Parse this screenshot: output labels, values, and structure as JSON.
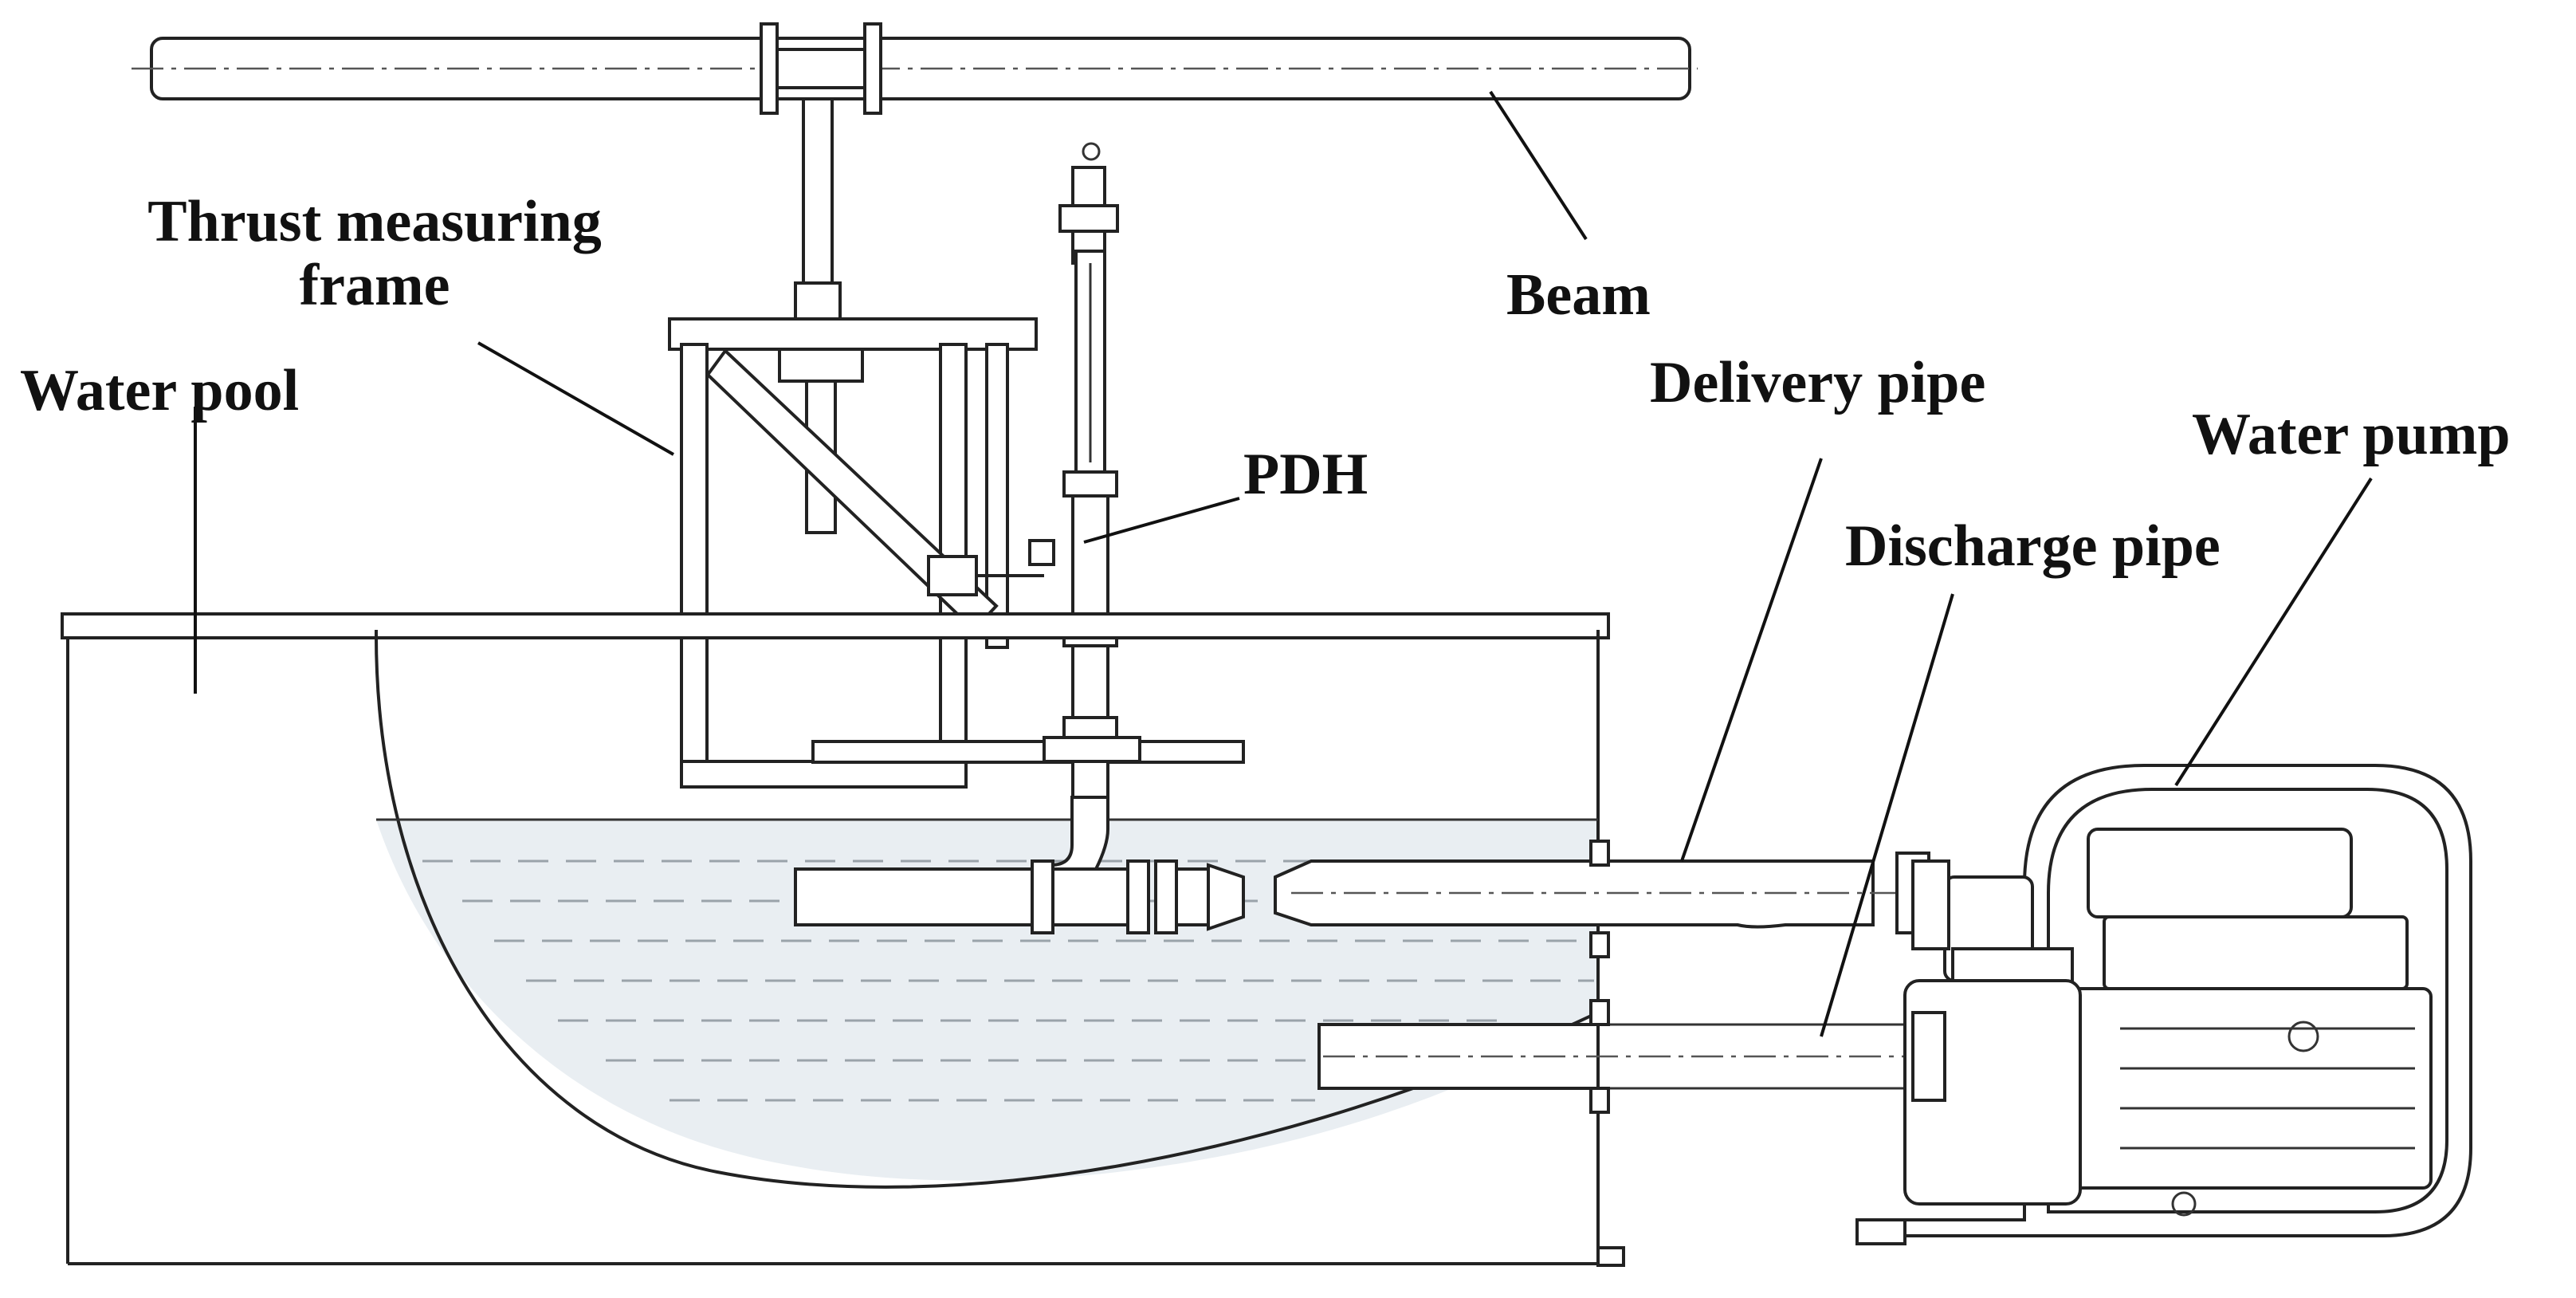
{
  "labels": {
    "beam": "Beam",
    "thrust_frame_line1": "Thrust measuring",
    "thrust_frame_line2": "frame",
    "water_pool": "Water pool",
    "delivery_pipe": "Delivery pipe",
    "pdh": "PDH",
    "water_pump": "Water pump",
    "discharge_pipe": "Discharge pipe"
  },
  "colors": {
    "line": "#222222",
    "water": "#e9eef2",
    "text": "#111111"
  }
}
